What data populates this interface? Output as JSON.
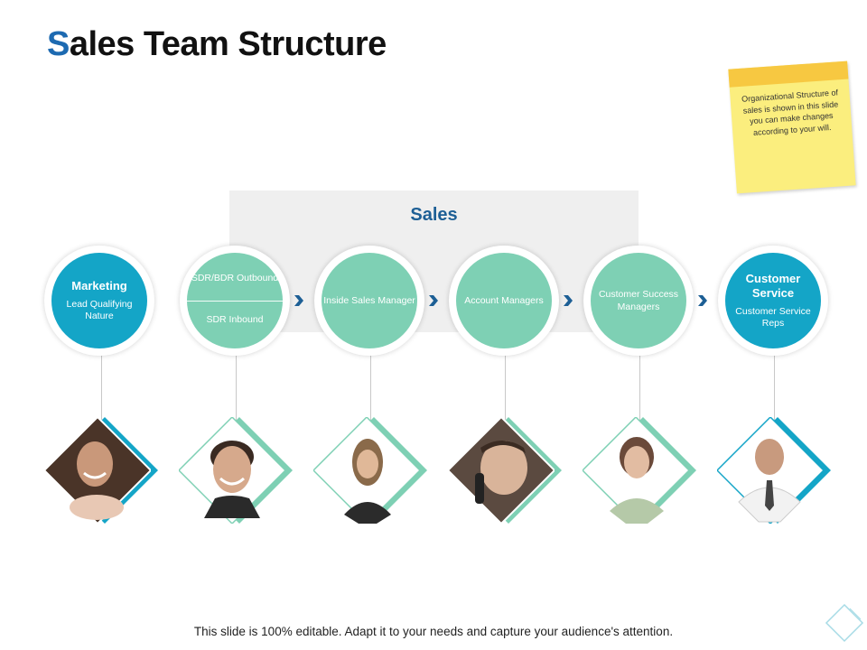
{
  "title": {
    "first_letter": "S",
    "rest": "ales Team Structure"
  },
  "sticky_note": "Organizational Structure of sales is shown in this slide you can make changes according to your will.",
  "sales_label": "Sales",
  "stages": [
    {
      "title": "Marketing",
      "subtitle": "Lead Qualifying Nature",
      "color": "blue"
    },
    {
      "top": "SDR/BDR Outbound",
      "bottom": "SDR Inbound",
      "color": "green"
    },
    {
      "text": "Inside Sales Manager",
      "color": "green"
    },
    {
      "text": "Account Managers",
      "color": "green"
    },
    {
      "text": "Customer Success Managers",
      "color": "green"
    },
    {
      "title": "Customer Service",
      "subtitle": "Customer Service Reps",
      "color": "blue"
    }
  ],
  "photo_icons": [
    "woman-curly-hair-photo",
    "smiling-man-photo",
    "young-woman-photo",
    "man-on-phone-photo",
    "older-woman-photo",
    "man-with-tie-photo"
  ],
  "colors": {
    "accent_blue": "#14a5c7",
    "accent_green": "#7ed0b4",
    "title_blue": "#1d6ab1",
    "arrow_blue": "#1d5f95",
    "sticky_yellow": "#fbee7e"
  },
  "footer": "This slide is 100% editable. Adapt it to your needs and capture your audience's attention."
}
